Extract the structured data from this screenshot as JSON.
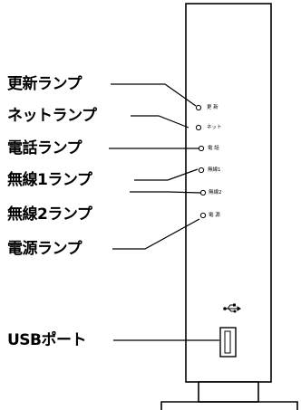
{
  "labels": {
    "update_lamp": "更新ランプ",
    "net_lamp": "ネットランプ",
    "phone_lamp": "電話ランプ",
    "wireless1_lamp": "無線1ランプ",
    "wireless2_lamp": "無線2ランプ",
    "power_lamp": "電源ランプ",
    "usb_port": "USBポート"
  },
  "device_text": {
    "update": "更 新",
    "net": "ネット",
    "phone": "電 話",
    "wireless1": "無線1",
    "wireless2": "無線2",
    "power": "電 源"
  },
  "icons": {
    "usb": "usb-icon"
  }
}
